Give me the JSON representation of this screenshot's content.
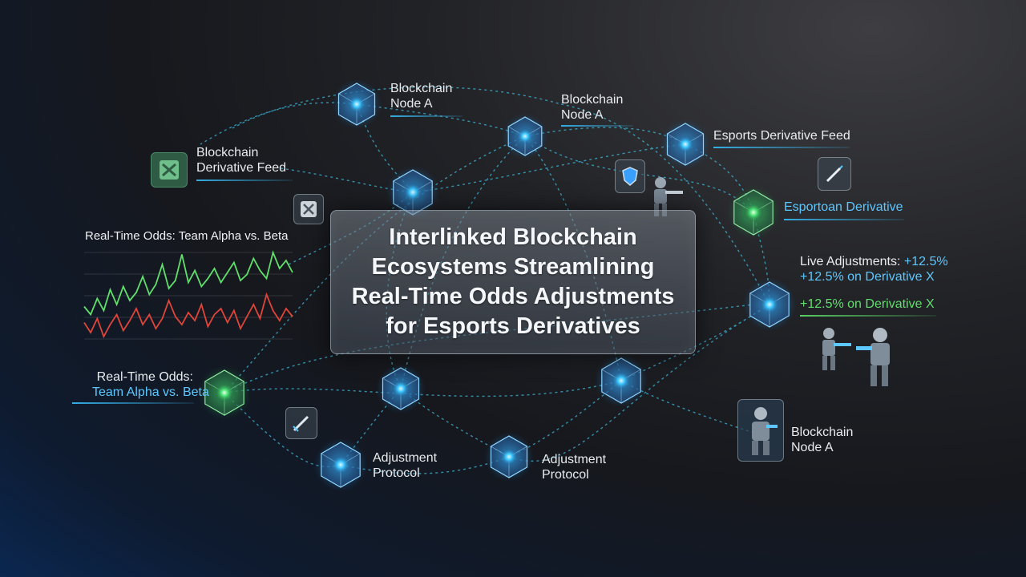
{
  "title": "Interlinked Blockchain Ecosystems Streamlining Real-Time Odds Adjustments for Esports Derivatives",
  "labels": {
    "node_a_top_1": "Blockchain",
    "node_a_top_2": "Node A",
    "node_a_mid_1": "Blockchain",
    "node_a_mid_2": "Node A",
    "esports_feed": "Esports Derivative Feed",
    "esportoan": "Esportoan Derivative",
    "bc_feed_1": "Blockchain",
    "bc_feed_2": "Derivative Feed",
    "odds_chart_title": "Real-Time Odds: Team Alpha vs. Beta",
    "live_adj_prefix": "Live Adjustments:",
    "live_adj_value": "+12.5%",
    "derivative_x_1": "+12.5% on Derivative X",
    "derivative_x_2": "+12.5% on Derivative X",
    "odds_left_1": "Real-Time Odds:",
    "odds_left_2": "Team Alpha vs. Beta",
    "adj_protocol_1a": "Adjustment",
    "adj_protocol_1b": "Protocol",
    "adj_protocol_2a": "Adjustment",
    "adj_protocol_2b": "Protocol",
    "node_a_bottom_1": "Blockchain",
    "node_a_bottom_2": "Node A"
  },
  "icons": [
    "game-logo-icon",
    "shield-icon",
    "sword-icon",
    "soldier-figure-icon"
  ],
  "colors": {
    "accent_blue": "#5cc8ff",
    "accent_green": "#5fe06b",
    "series_red": "#e0453a"
  },
  "chart_data": {
    "type": "line",
    "title": "Real-Time Odds: Team Alpha vs. Beta",
    "series": [
      {
        "values": [
          0.38,
          0.3,
          0.46,
          0.34,
          0.55,
          0.4,
          0.58,
          0.44,
          0.52,
          0.68,
          0.5,
          0.6,
          0.8,
          0.56,
          0.64,
          0.9,
          0.62,
          0.74,
          0.58,
          0.66,
          0.76,
          0.62,
          0.72,
          0.82,
          0.64,
          0.7,
          0.86,
          0.74,
          0.66,
          0.92,
          0.76,
          0.84,
          0.72
        ]
      },
      {
        "values": [
          0.22,
          0.12,
          0.26,
          0.08,
          0.2,
          0.3,
          0.14,
          0.24,
          0.36,
          0.2,
          0.3,
          0.16,
          0.26,
          0.44,
          0.28,
          0.2,
          0.32,
          0.24,
          0.4,
          0.18,
          0.3,
          0.36,
          0.22,
          0.34,
          0.16,
          0.28,
          0.4,
          0.26,
          0.5,
          0.34,
          0.24,
          0.36,
          0.28
        ]
      }
    ]
  }
}
